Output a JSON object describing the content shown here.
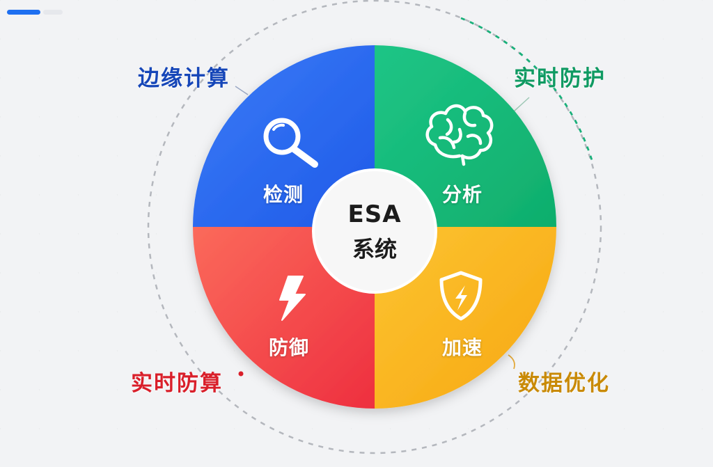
{
  "progress": {
    "current": 1,
    "total": 2
  },
  "diagram": {
    "center": {
      "line1": "ESA",
      "line2": "系统"
    },
    "segments": [
      {
        "id": "detect",
        "label": "检测",
        "color": "#2f6cf2",
        "icon": "magnifier-icon"
      },
      {
        "id": "analyze",
        "label": "分析",
        "color": "#16b97a",
        "icon": "brain-icon"
      },
      {
        "id": "accelerate",
        "label": "加速",
        "color": "#f8b71e",
        "icon": "shield-bolt-icon"
      },
      {
        "id": "defend",
        "label": "防御",
        "color": "#f24a4a",
        "icon": "lightning-bolt-icon"
      }
    ],
    "outer_labels": {
      "top_left": {
        "text": "边缘计算",
        "color": "#1646b8"
      },
      "top_right": {
        "text": "实时防护",
        "color": "#0f9a62"
      },
      "bottom_left": {
        "text": "实时防算",
        "color": "#d91f2a"
      },
      "bottom_right": {
        "text": "数据优化",
        "color": "#c98a06"
      }
    }
  }
}
